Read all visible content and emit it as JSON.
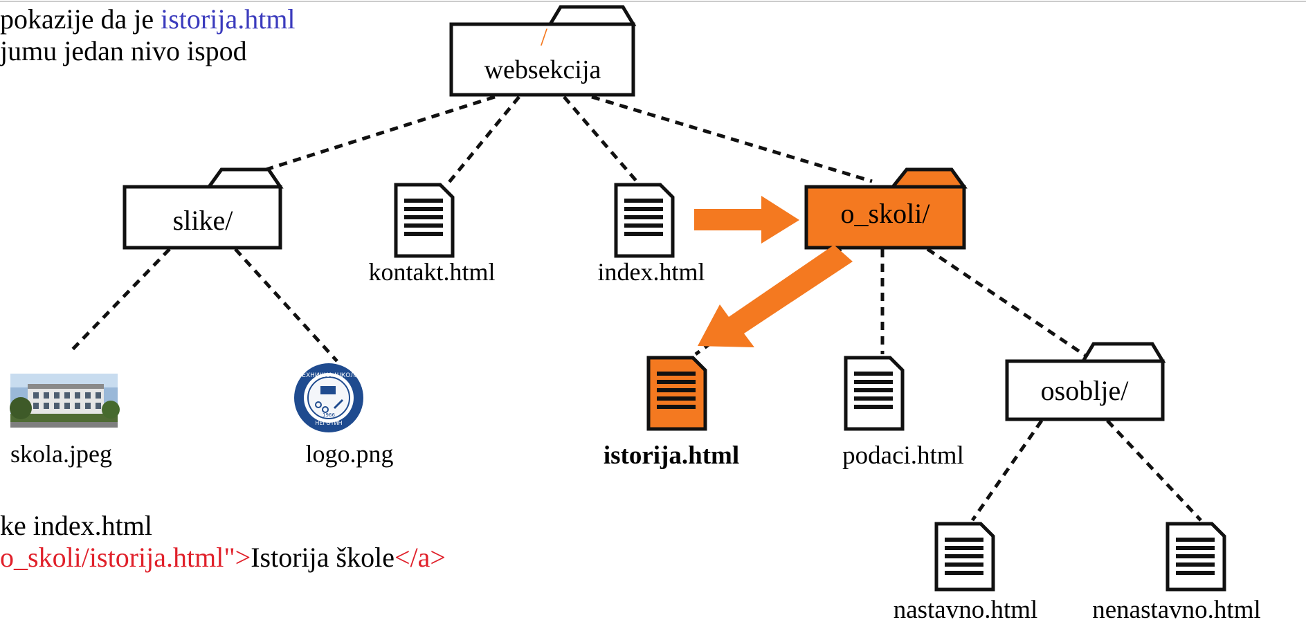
{
  "intro": {
    "line1_prefix": "pokazije da je ",
    "line1_file": "istorija.html",
    "line2": "jumu jedan nivo ispod"
  },
  "code": {
    "line1": "ke index.html",
    "line2_red_start": "o_skoli/istorija.html\">",
    "line2_text": "Istorija škole",
    "line2_red_end": "</a>"
  },
  "tree": {
    "root": {
      "slash": "/",
      "label": "websekcija"
    },
    "level1": {
      "slike": "slike/",
      "kontakt": "kontakt.html",
      "index": "index.html",
      "o_skoli": "o_skoli/"
    },
    "level2": {
      "skola": "skola.jpeg",
      "logo": "logo.png",
      "istorija": "istorija.html",
      "podaci": "podaci.html",
      "osoblje": "osoblje/"
    },
    "level3": {
      "nastavno": "nastavno.html",
      "nenastavno": "nenastavno.html"
    },
    "logo_badge": {
      "top": "ТЕХНИЧКА ШКОЛА",
      "year": "1966",
      "bottom": "НЕГОТИН"
    }
  },
  "colors": {
    "highlight": "#f47920",
    "link_blue": "#3b3bbd",
    "code_red": "#e0202a",
    "outline": "#111111"
  },
  "icons": {
    "folder": "folder-icon",
    "document": "document-icon",
    "arrow": "arrow-icon",
    "photo": "photo-thumbnail",
    "logo": "school-logo"
  }
}
